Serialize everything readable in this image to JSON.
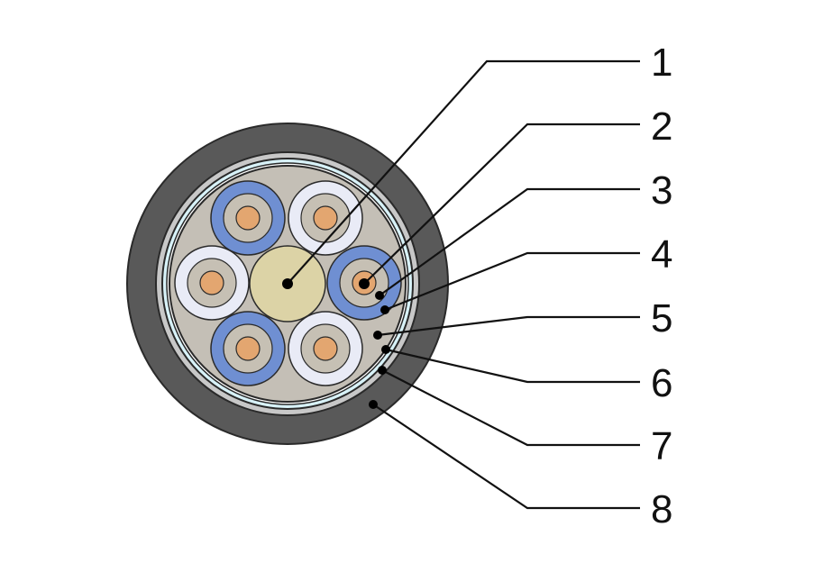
{
  "diagram": {
    "callouts": [
      {
        "label": "1"
      },
      {
        "label": "2"
      },
      {
        "label": "3"
      },
      {
        "label": "4"
      },
      {
        "label": "5"
      },
      {
        "label": "6"
      },
      {
        "label": "7"
      },
      {
        "label": "8"
      }
    ],
    "colors": {
      "outer_sheath": "#595959",
      "armour": "#c8c8c8",
      "screen_tape": "#d8f2f8",
      "filler": "#c4bfb6",
      "center_member": "#dcd3a6",
      "blue_insulation": "#6f8fd2",
      "white_insulation": "#e9ebf6",
      "inner_layer": "#c6c0b4",
      "copper_conductor": "#e3a670"
    }
  }
}
